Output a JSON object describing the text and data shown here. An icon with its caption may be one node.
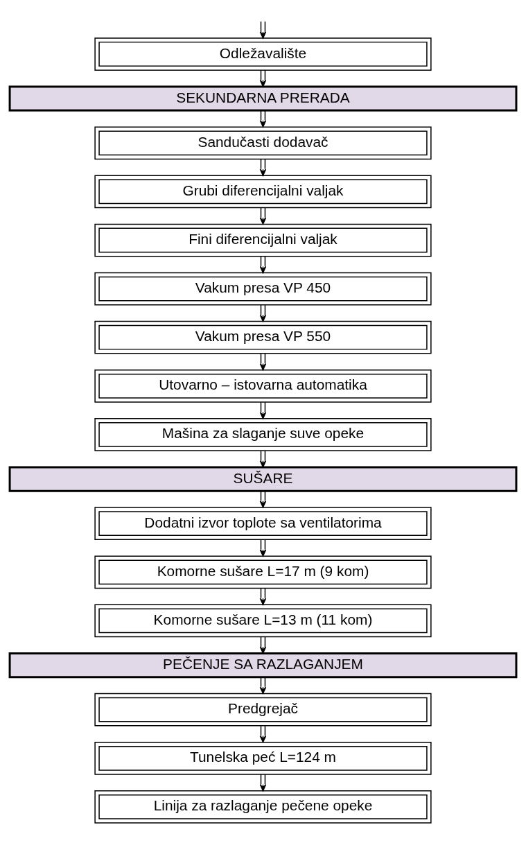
{
  "diagram": {
    "nodes": [
      {
        "text": [
          "Odležavalište"
        ]
      },
      {
        "text": [
          "SEKUNDARNA PRERADA"
        ]
      },
      {
        "text": [
          "Sandučasti dodavač"
        ]
      },
      {
        "text": [
          "Grubi diferencijalni valjak"
        ]
      },
      {
        "text": [
          "Fini diferencijalni valjak"
        ]
      },
      {
        "text": [
          "Vakum presa VP 450"
        ]
      },
      {
        "text": [
          "Vakum presa VP 550"
        ]
      },
      {
        "text": [
          "Utovarno – istovarna automatika"
        ]
      },
      {
        "text": [
          "Mašina za slaganje suve opeke"
        ]
      },
      {
        "text": [
          "SUŠARE"
        ]
      },
      {
        "text": [
          "Dodatni izvor toplote sa ventilatorima"
        ]
      },
      {
        "text": [
          "Komorne sušare L=17 m (9 kom)"
        ]
      },
      {
        "text": [
          "Komorne sušare L=13 m (11 kom)"
        ]
      },
      {
        "text": [
          "PEČENJE SA RAZLAGANJEM"
        ]
      },
      {
        "text": [
          "Predgrejač"
        ]
      },
      {
        "text": [
          "Tunelska peć L=124 m"
        ]
      },
      {
        "text": [
          "Linija za razlaganje pečene opeke"
        ]
      }
    ],
    "edges": [
      {
        "from": null,
        "to": 0,
        "arrow": "to"
      },
      {
        "from": 0,
        "to": 1,
        "arrow": "to"
      },
      {
        "from": 1,
        "to": 2,
        "arrow": "to"
      },
      {
        "from": 2,
        "to": 3,
        "arrow": "to"
      },
      {
        "from": 3,
        "to": 4,
        "arrow": "to"
      },
      {
        "from": 4,
        "to": 5,
        "arrow": "to"
      },
      {
        "from": 5,
        "to": 6,
        "arrow": "to"
      },
      {
        "from": 6,
        "to": 7,
        "arrow": "to"
      },
      {
        "from": 7,
        "to": 8,
        "arrow": "to"
      },
      {
        "from": 8,
        "to": 9,
        "arrow": "to"
      },
      {
        "from": 9,
        "to": 10,
        "arrow": "to"
      },
      {
        "from": 10,
        "to": 11,
        "arrow": "to"
      },
      {
        "from": 11,
        "to": 12,
        "arrow": "to"
      },
      {
        "from": 12,
        "to": 13,
        "arrow": "to"
      },
      {
        "from": 13,
        "to": 14,
        "arrow": "to"
      },
      {
        "from": 14,
        "to": 15,
        "arrow": "to"
      },
      {
        "from": 15,
        "to": 16,
        "arrow": "to"
      }
    ]
  }
}
